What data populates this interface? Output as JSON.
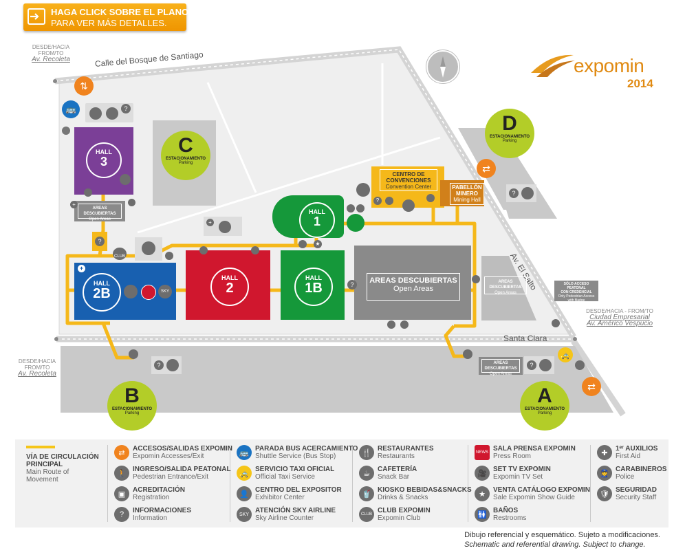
{
  "banner": {
    "line1": "HAGA CLICK SOBRE EL PLANO",
    "line2": "PARA VER MÁS DETALLES."
  },
  "logo": {
    "name": "expomin",
    "year": "2014"
  },
  "directions": {
    "nw": {
      "top": "DESDE/HACIA",
      "mid": "FROM/TO",
      "main": "Av. Recoleta"
    },
    "sw": {
      "top": "DESDE/HACIA",
      "mid": "FROM/TO",
      "main": "Av. Recoleta"
    },
    "se": {
      "top": "DESDE/HACIA - FROM/TO",
      "main1": "Ciudad Empresarial",
      "main2": "Av. Américo Vespucio"
    }
  },
  "streets": {
    "north": "Calle del Bosque de Santiago",
    "east": "Av. El Salto",
    "south": "Santa Clara"
  },
  "halls": [
    {
      "id": "h3",
      "label": "HALL",
      "num": "3",
      "color": "#7b3f97"
    },
    {
      "id": "h2b",
      "label": "HALL",
      "num": "2B",
      "color": "#1860b0"
    },
    {
      "id": "h2",
      "label": "HALL",
      "num": "2",
      "color": "#d0172e"
    },
    {
      "id": "h1b",
      "label": "HALL",
      "num": "1B",
      "color": "#15983a"
    },
    {
      "id": "h1",
      "label": "HALL",
      "num": "1",
      "color": "#15983a"
    }
  ],
  "parking": [
    {
      "id": "A",
      "letter": "A",
      "l1": "ESTACIONAMIENTO",
      "l2": "Parking"
    },
    {
      "id": "B",
      "letter": "B",
      "l1": "ESTACIONAMIENTO",
      "l2": "Parking"
    },
    {
      "id": "C",
      "letter": "C",
      "l1": "ESTACIONAMIENTO",
      "l2": "Parking"
    },
    {
      "id": "D",
      "letter": "D",
      "l1": "ESTACIONAMIENTO",
      "l2": "Parking"
    }
  ],
  "areas": {
    "main": {
      "l1": "AREAS DESCUBIERTAS",
      "l2": "Open Areas"
    },
    "small": {
      "l1": "AREAS DESCUBIERTAS",
      "l2": "Open Areas"
    },
    "east": {
      "l1": "AREAS DESCUBIERTAS",
      "l2": "Open Areas"
    },
    "south": {
      "l1": "AREAS DESCUBIERTAS",
      "l2": "Open Areas"
    }
  },
  "convention": {
    "l1": "CENTRO DE",
    "l2": "CONVENCIONES",
    "l3": "Convention Center"
  },
  "pabellon": {
    "l1": "PABELLÓN",
    "l2": "MINERO",
    "l3": "Mining Hall"
  },
  "pedestrian_only": {
    "l1": "SÓLO ACCESO PEATONAL",
    "l2": "CON CREDENCIAL",
    "l3": "Only Pedestrian Access",
    "l4": "with Badge"
  },
  "club_tag": "CLUB",
  "legend": {
    "route": {
      "t1": "VÍA DE CIRCULACIÓN",
      "t1b": "PRINCIPAL",
      "t2": "Main Route of",
      "t2b": "Movement",
      "color": "#f5c518"
    },
    "items": [
      {
        "t1": "ACCESOS/SALIDAS EXPOMIN",
        "t2": "Expomin Accesses/Exit",
        "icon": "⇄",
        "color": "#f0831e"
      },
      {
        "t1": "INGRESO/SALIDA PEATONAL",
        "t2": "Pedestrian Entrance/Exit",
        "icon": "🚶",
        "color": "#6d6d6d"
      },
      {
        "t1": "ACREDITACIÓN",
        "t2": "Registration",
        "icon": "▣",
        "color": "#6d6d6d"
      },
      {
        "t1": "INFORMACIONES",
        "t2": "Information",
        "icon": "?",
        "color": "#6d6d6d"
      },
      {
        "t1": "PARADA BUS ACERCAMIENTO",
        "t2": "Shuttle Service (Bus Stop)",
        "icon": "🚌",
        "color": "#1a73c2"
      },
      {
        "t1": "SERVICIO TAXI OFICIAL",
        "t2": "Official Taxi Service",
        "icon": "🚕",
        "color": "#f5c518"
      },
      {
        "t1": "CENTRO DEL EXPOSITOR",
        "t2": "Exhibitor Center",
        "icon": "👤",
        "color": "#6d6d6d"
      },
      {
        "t1": "ATENCIÓN SKY AIRLINE",
        "t2": "Sky Airline Counter",
        "icon": "SKY",
        "color": "#6d6d6d"
      },
      {
        "t1": "RESTAURANTES",
        "t2": "Restaurants",
        "icon": "🍴",
        "color": "#6d6d6d"
      },
      {
        "t1": "CAFETERÍA",
        "t2": "Snack Bar",
        "icon": "☕",
        "color": "#6d6d6d"
      },
      {
        "t1": "KIOSKO BEBIDAS&SNACKS",
        "t2": "Drinks & Snacks",
        "icon": "🥤",
        "color": "#6d6d6d"
      },
      {
        "t1": "CLUB EXPOMIN",
        "t2": "Expomin Club",
        "icon": "CLUB",
        "color": "#6d6d6d"
      },
      {
        "t1": "SALA PRENSA EXPOMIN",
        "t2": "Press Room",
        "icon": "NEWS",
        "color": "#d0172e"
      },
      {
        "t1": "SET TV EXPOMIN",
        "t2": "Expomin TV Set",
        "icon": "🎥",
        "color": "#6d6d6d"
      },
      {
        "t1": "VENTA CATÁLOGO EXPOMIN",
        "t2": "Sale Expomin Show Guide",
        "icon": "★",
        "color": "#6d6d6d"
      },
      {
        "t1": "BAÑOS",
        "t2": "Restrooms",
        "icon": "🚻",
        "color": "#6d6d6d"
      },
      {
        "t1": "1ᵉʳ AUXILIOS",
        "t2": "First Aid",
        "icon": "✚",
        "color": "#6d6d6d"
      },
      {
        "t1": "CARABINEROS",
        "t2": "Police",
        "icon": "👮",
        "color": "#6d6d6d"
      },
      {
        "t1": "SEGURIDAD",
        "t2": "Security Staff",
        "icon": "🛡",
        "color": "#6d6d6d"
      }
    ]
  },
  "disclaimer": {
    "l1": "Dibujo referencial y esquemático. Sujeto a modificaciones.",
    "l2": "Schematic and referential drawing. Subject to change."
  }
}
